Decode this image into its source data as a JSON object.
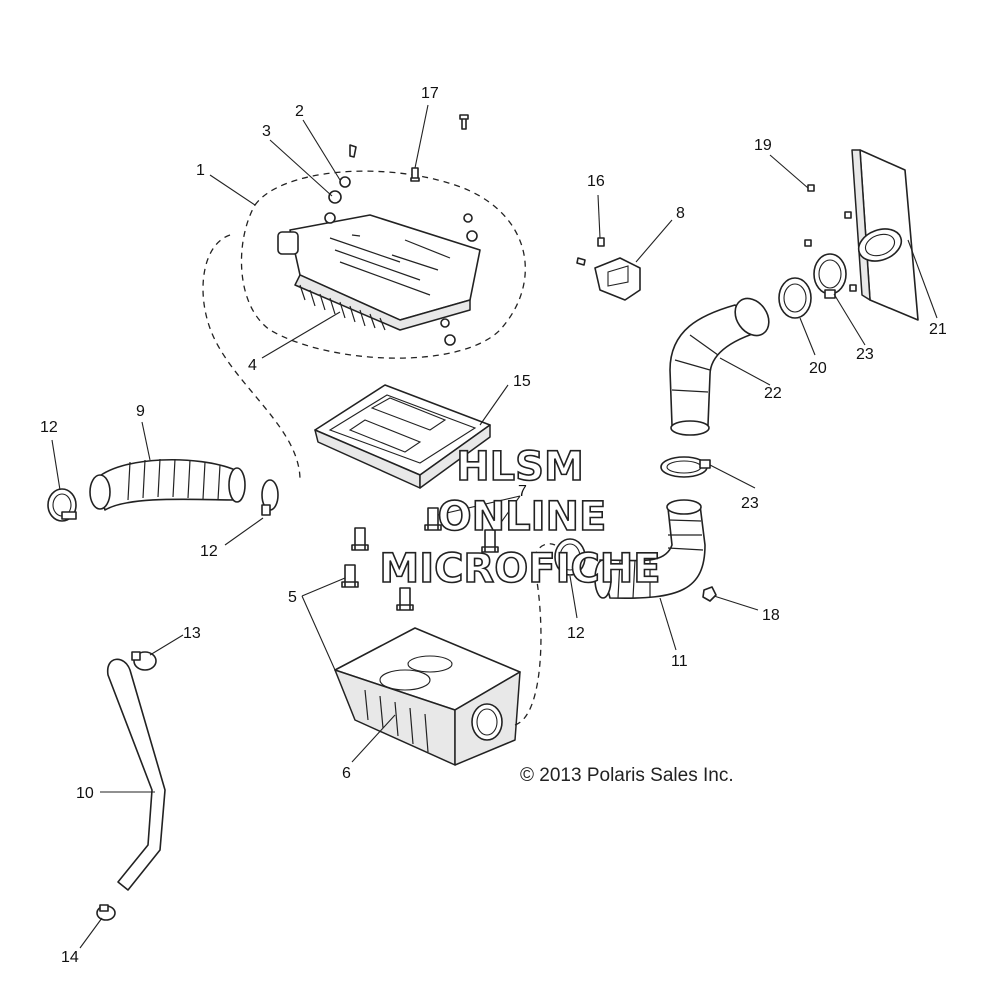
{
  "diagram": {
    "callouts": [
      {
        "id": "c1",
        "text": "1"
      },
      {
        "id": "c2",
        "text": "2"
      },
      {
        "id": "c3",
        "text": "3"
      },
      {
        "id": "c4",
        "text": "4"
      },
      {
        "id": "c5",
        "text": "5"
      },
      {
        "id": "c6",
        "text": "6"
      },
      {
        "id": "c7",
        "text": "7"
      },
      {
        "id": "c8",
        "text": "8"
      },
      {
        "id": "c9",
        "text": "9"
      },
      {
        "id": "c10",
        "text": "10"
      },
      {
        "id": "c11",
        "text": "11"
      },
      {
        "id": "c12a",
        "text": "12"
      },
      {
        "id": "c12b",
        "text": "12"
      },
      {
        "id": "c12c",
        "text": "12"
      },
      {
        "id": "c13",
        "text": "13"
      },
      {
        "id": "c14",
        "text": "14"
      },
      {
        "id": "c15",
        "text": "15"
      },
      {
        "id": "c16",
        "text": "16"
      },
      {
        "id": "c17",
        "text": "17"
      },
      {
        "id": "c18",
        "text": "18"
      },
      {
        "id": "c19",
        "text": "19"
      },
      {
        "id": "c20",
        "text": "20"
      },
      {
        "id": "c21",
        "text": "21"
      },
      {
        "id": "c22",
        "text": "22"
      },
      {
        "id": "c23a",
        "text": "23"
      },
      {
        "id": "c23b",
        "text": "23"
      }
    ],
    "copyright": "© 2013 Polaris Sales Inc.",
    "watermark": {
      "line1": "HLSM",
      "line2": "ONLINE",
      "line3": "MICROFICHE"
    }
  }
}
